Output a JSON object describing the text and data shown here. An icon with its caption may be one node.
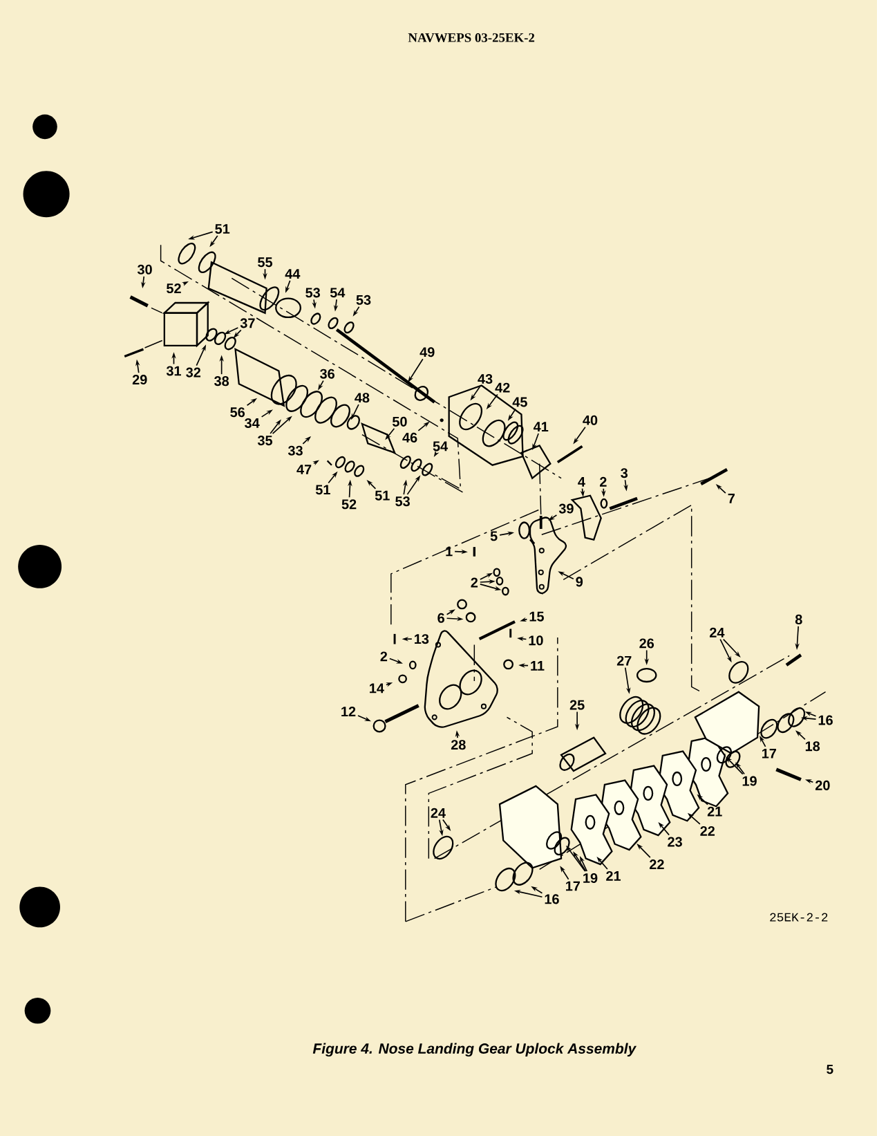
{
  "diagram": {
    "caption": "Figure 4. Nose Landing Gear Uplock Assembly",
    "nodes": [
      {
        "text": [
          "51"
        ]
      },
      {
        "text": [
          "30"
        ]
      },
      {
        "text": [
          "52"
        ]
      },
      {
        "text": [
          "55"
        ]
      },
      {
        "text": [
          "44"
        ]
      },
      {
        "text": [
          "53"
        ]
      },
      {
        "text": [
          "54"
        ]
      },
      {
        "text": [
          "53"
        ]
      },
      {
        "text": [
          "37"
        ]
      },
      {
        "text": [
          "29"
        ]
      },
      {
        "text": [
          "31"
        ]
      },
      {
        "text": [
          "32"
        ]
      },
      {
        "text": [
          "38"
        ]
      },
      {
        "text": [
          "49"
        ]
      },
      {
        "text": [
          "36"
        ]
      },
      {
        "text": [
          "43"
        ]
      },
      {
        "text": [
          "42"
        ]
      },
      {
        "text": [
          "45"
        ]
      },
      {
        "text": [
          "56"
        ]
      },
      {
        "text": [
          "34"
        ]
      },
      {
        "text": [
          "35"
        ]
      },
      {
        "text": [
          "48"
        ]
      },
      {
        "text": [
          "50"
        ]
      },
      {
        "text": [
          "41"
        ]
      },
      {
        "text": [
          "40"
        ]
      },
      {
        "text": [
          "46"
        ]
      },
      {
        "text": [
          "33"
        ]
      },
      {
        "text": [
          "54"
        ]
      },
      {
        "text": [
          "47"
        ]
      },
      {
        "text": [
          "51"
        ]
      },
      {
        "text": [
          "52"
        ]
      },
      {
        "text": [
          "51"
        ]
      },
      {
        "text": [
          "53"
        ]
      },
      {
        "text": [
          "3"
        ]
      },
      {
        "text": [
          "7"
        ]
      },
      {
        "text": [
          "4"
        ]
      },
      {
        "text": [
          "2"
        ]
      },
      {
        "text": [
          "39"
        ]
      },
      {
        "text": [
          "5"
        ]
      },
      {
        "text": [
          "1"
        ]
      },
      {
        "text": [
          "9"
        ]
      },
      {
        "text": [
          "2"
        ]
      },
      {
        "text": [
          "6"
        ]
      },
      {
        "text": [
          "15"
        ]
      },
      {
        "text": [
          "10"
        ]
      },
      {
        "text": [
          "13"
        ]
      },
      {
        "text": [
          "2"
        ]
      },
      {
        "text": [
          "14"
        ]
      },
      {
        "text": [
          "11"
        ]
      },
      {
        "text": [
          "26"
        ]
      },
      {
        "text": [
          "27"
        ]
      },
      {
        "text": [
          "24"
        ]
      },
      {
        "text": [
          "8"
        ]
      },
      {
        "text": [
          "12"
        ]
      },
      {
        "text": [
          "25"
        ]
      },
      {
        "text": [
          "16"
        ]
      },
      {
        "text": [
          "28"
        ]
      },
      {
        "text": [
          "18"
        ]
      },
      {
        "text": [
          "17"
        ]
      },
      {
        "text": [
          "20"
        ]
      },
      {
        "text": [
          "19"
        ]
      },
      {
        "text": [
          "21"
        ]
      },
      {
        "text": [
          "22"
        ]
      },
      {
        "text": [
          "24"
        ]
      },
      {
        "text": [
          "23"
        ]
      },
      {
        "text": [
          "22"
        ]
      },
      {
        "text": [
          "21"
        ]
      },
      {
        "text": [
          "19"
        ]
      },
      {
        "text": [
          "17"
        ]
      },
      {
        "text": [
          "16"
        ]
      }
    ],
    "edges": [
      {
        "from": 0,
        "to": null,
        "arrow": "to"
      },
      {
        "from": 0,
        "to": null,
        "arrow": "to"
      },
      {
        "from": 1,
        "to": null,
        "arrow": "to"
      },
      {
        "from": 2,
        "to": null,
        "arrow": "to"
      },
      {
        "from": 3,
        "to": null,
        "arrow": "to"
      },
      {
        "from": 4,
        "to": null,
        "arrow": "to"
      },
      {
        "from": 5,
        "to": null,
        "arrow": "to"
      },
      {
        "from": 6,
        "to": null,
        "arrow": "to"
      },
      {
        "from": 7,
        "to": null,
        "arrow": "to"
      },
      {
        "from": 8,
        "to": null,
        "arrow": "to"
      },
      {
        "from": 8,
        "to": null,
        "arrow": "to"
      },
      {
        "from": 9,
        "to": null,
        "arrow": "to"
      },
      {
        "from": 10,
        "to": null,
        "arrow": "to"
      },
      {
        "from": 11,
        "to": null,
        "arrow": "to"
      },
      {
        "from": 12,
        "to": null,
        "arrow": "to"
      },
      {
        "from": 13,
        "to": null,
        "arrow": "to"
      },
      {
        "from": 14,
        "to": null,
        "arrow": "to"
      },
      {
        "from": 15,
        "to": null,
        "arrow": "to"
      },
      {
        "from": 16,
        "to": null,
        "arrow": "to"
      },
      {
        "from": 17,
        "to": null,
        "arrow": "to"
      },
      {
        "from": 18,
        "to": null,
        "arrow": "to"
      },
      {
        "from": 19,
        "to": null,
        "arrow": "to"
      },
      {
        "from": 20,
        "to": null,
        "arrow": "to"
      },
      {
        "from": 20,
        "to": null,
        "arrow": "to"
      },
      {
        "from": 21,
        "to": null,
        "arrow": "to"
      },
      {
        "from": 22,
        "to": null,
        "arrow": "to"
      },
      {
        "from": 23,
        "to": null,
        "arrow": "to"
      },
      {
        "from": 24,
        "to": null,
        "arrow": "to"
      },
      {
        "from": 25,
        "to": null,
        "arrow": "to"
      },
      {
        "from": 26,
        "to": null,
        "arrow": "to"
      },
      {
        "from": 27,
        "to": null,
        "arrow": "to"
      },
      {
        "from": 28,
        "to": null,
        "arrow": "to"
      },
      {
        "from": 29,
        "to": null,
        "arrow": "to"
      },
      {
        "from": 30,
        "to": null,
        "arrow": "to"
      },
      {
        "from": 31,
        "to": null,
        "arrow": "to"
      },
      {
        "from": 32,
        "to": null,
        "arrow": "to"
      },
      {
        "from": 32,
        "to": null,
        "arrow": "to"
      },
      {
        "from": 33,
        "to": null,
        "arrow": "to"
      },
      {
        "from": 34,
        "to": null,
        "arrow": "to"
      },
      {
        "from": 35,
        "to": null,
        "arrow": "to"
      },
      {
        "from": 36,
        "to": null,
        "arrow": "to"
      },
      {
        "from": 37,
        "to": null,
        "arrow": "to"
      },
      {
        "from": 38,
        "to": null,
        "arrow": "to"
      },
      {
        "from": 39,
        "to": null,
        "arrow": "to"
      },
      {
        "from": 40,
        "to": null,
        "arrow": "to"
      },
      {
        "from": 41,
        "to": null,
        "arrow": "to"
      },
      {
        "from": 41,
        "to": null,
        "arrow": "to"
      },
      {
        "from": 41,
        "to": null,
        "arrow": "to"
      },
      {
        "from": 42,
        "to": null,
        "arrow": "to"
      },
      {
        "from": 42,
        "to": null,
        "arrow": "to"
      },
      {
        "from": 43,
        "to": null,
        "arrow": "to"
      },
      {
        "from": 44,
        "to": null,
        "arrow": "to"
      },
      {
        "from": 45,
        "to": null,
        "arrow": "to"
      },
      {
        "from": 46,
        "to": null,
        "arrow": "to"
      },
      {
        "from": 47,
        "to": null,
        "arrow": "to"
      },
      {
        "from": 48,
        "to": null,
        "arrow": "to"
      },
      {
        "from": 49,
        "to": null,
        "arrow": "to"
      },
      {
        "from": 50,
        "to": null,
        "arrow": "to"
      },
      {
        "from": 51,
        "to": null,
        "arrow": "to"
      },
      {
        "from": 51,
        "to": null,
        "arrow": "to"
      },
      {
        "from": 52,
        "to": null,
        "arrow": "to"
      },
      {
        "from": 53,
        "to": null,
        "arrow": "to"
      },
      {
        "from": 54,
        "to": null,
        "arrow": "to"
      },
      {
        "from": 55,
        "to": null,
        "arrow": "to"
      },
      {
        "from": 55,
        "to": null,
        "arrow": "to"
      },
      {
        "from": 56,
        "to": null,
        "arrow": "to"
      },
      {
        "from": 57,
        "to": null,
        "arrow": "to"
      },
      {
        "from": 58,
        "to": null,
        "arrow": "to"
      },
      {
        "from": 59,
        "to": null,
        "arrow": "to"
      },
      {
        "from": 60,
        "to": null,
        "arrow": "to"
      },
      {
        "from": 60,
        "to": null,
        "arrow": "to"
      },
      {
        "from": 61,
        "to": null,
        "arrow": "to"
      },
      {
        "from": 62,
        "to": null,
        "arrow": "to"
      },
      {
        "from": 63,
        "to": null,
        "arrow": "to"
      },
      {
        "from": 63,
        "to": null,
        "arrow": "to"
      },
      {
        "from": 64,
        "to": null,
        "arrow": "to"
      },
      {
        "from": 65,
        "to": null,
        "arrow": "to"
      },
      {
        "from": 66,
        "to": null,
        "arrow": "to"
      },
      {
        "from": 67,
        "to": null,
        "arrow": "to"
      },
      {
        "from": 67,
        "to": null,
        "arrow": "to"
      },
      {
        "from": 67,
        "to": null,
        "arrow": "to"
      },
      {
        "from": 68,
        "to": null,
        "arrow": "to"
      },
      {
        "from": 69,
        "to": null,
        "arrow": "to"
      },
      {
        "from": 69,
        "to": null,
        "arrow": "to"
      }
    ],
    "labels": [
      "NAVWEPS 03-25EK-2",
      "25EK-2-2",
      "5"
    ]
  }
}
